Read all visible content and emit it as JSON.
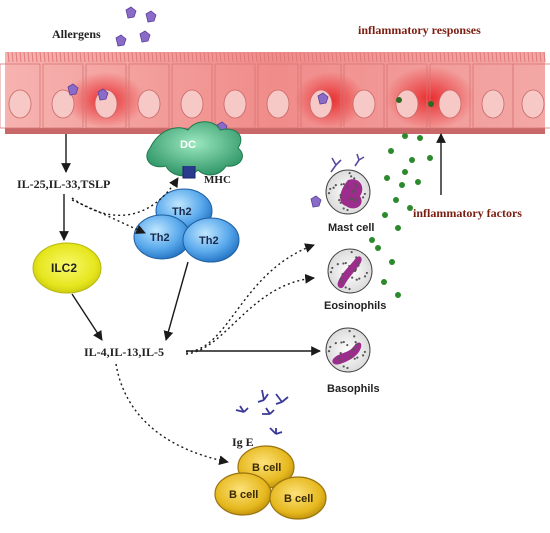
{
  "labels": {
    "allergens": "Allergens",
    "inflammatory_responses": "inflammatory  responses",
    "dc": "DC",
    "mhc": "MHC",
    "cytokines_top": "IL-25,IL-33,TSLP",
    "th2": "Th2",
    "ilc2": "ILC2",
    "cytokines_mid": "IL-4,IL-13,IL-5",
    "mast_cell": "Mast cell",
    "eosinophils": "Eosinophils",
    "basophils": "Basophils",
    "inflammatory_factors": "inflammatory factors",
    "ige": "Ig E",
    "bcell": "B cell"
  },
  "colors": {
    "epithelium": "#f29b9b",
    "epithelium_hot": "#e8383a",
    "dc": "#2e9e6b",
    "th2": "#3a8ed8",
    "ilc2": "#e6e61e",
    "bcell": "#e2b81f",
    "granule": "#2c8a2c",
    "granulocyte_nucleus": "#9c2d8c",
    "allergen": "#7b5fb5",
    "arrow": "#1a1a1a"
  }
}
